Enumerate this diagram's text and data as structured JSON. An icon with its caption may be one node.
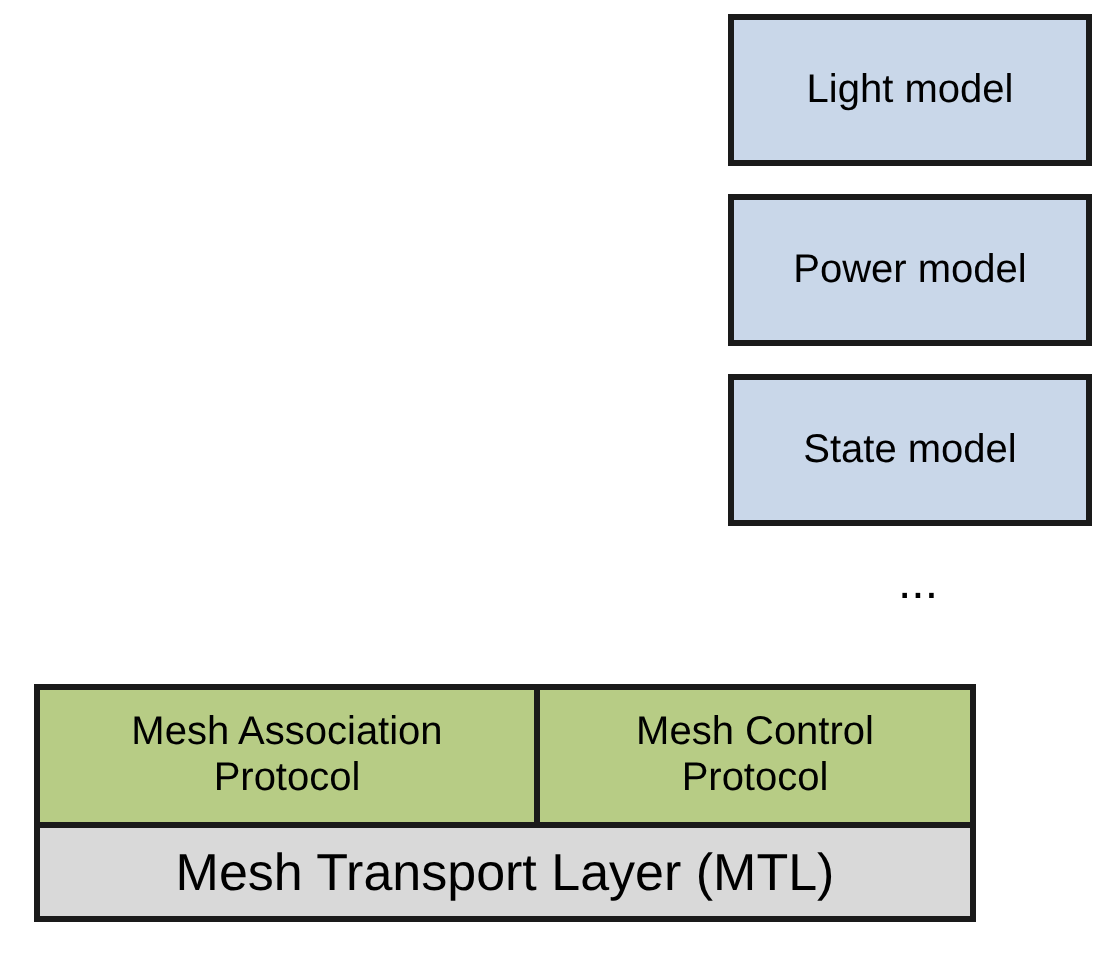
{
  "diagram": {
    "nodes": [
      {
        "text": [
          "Light model"
        ]
      },
      {
        "text": [
          "Power model"
        ]
      },
      {
        "text": [
          "State model"
        ]
      },
      {
        "text": [
          "Mesh Association Protocol"
        ]
      },
      {
        "text": [
          "Mesh Control Protocol"
        ]
      },
      {
        "text": [
          "Mesh Transport Layer (MTL)"
        ]
      }
    ],
    "labels": [
      "..."
    ]
  }
}
